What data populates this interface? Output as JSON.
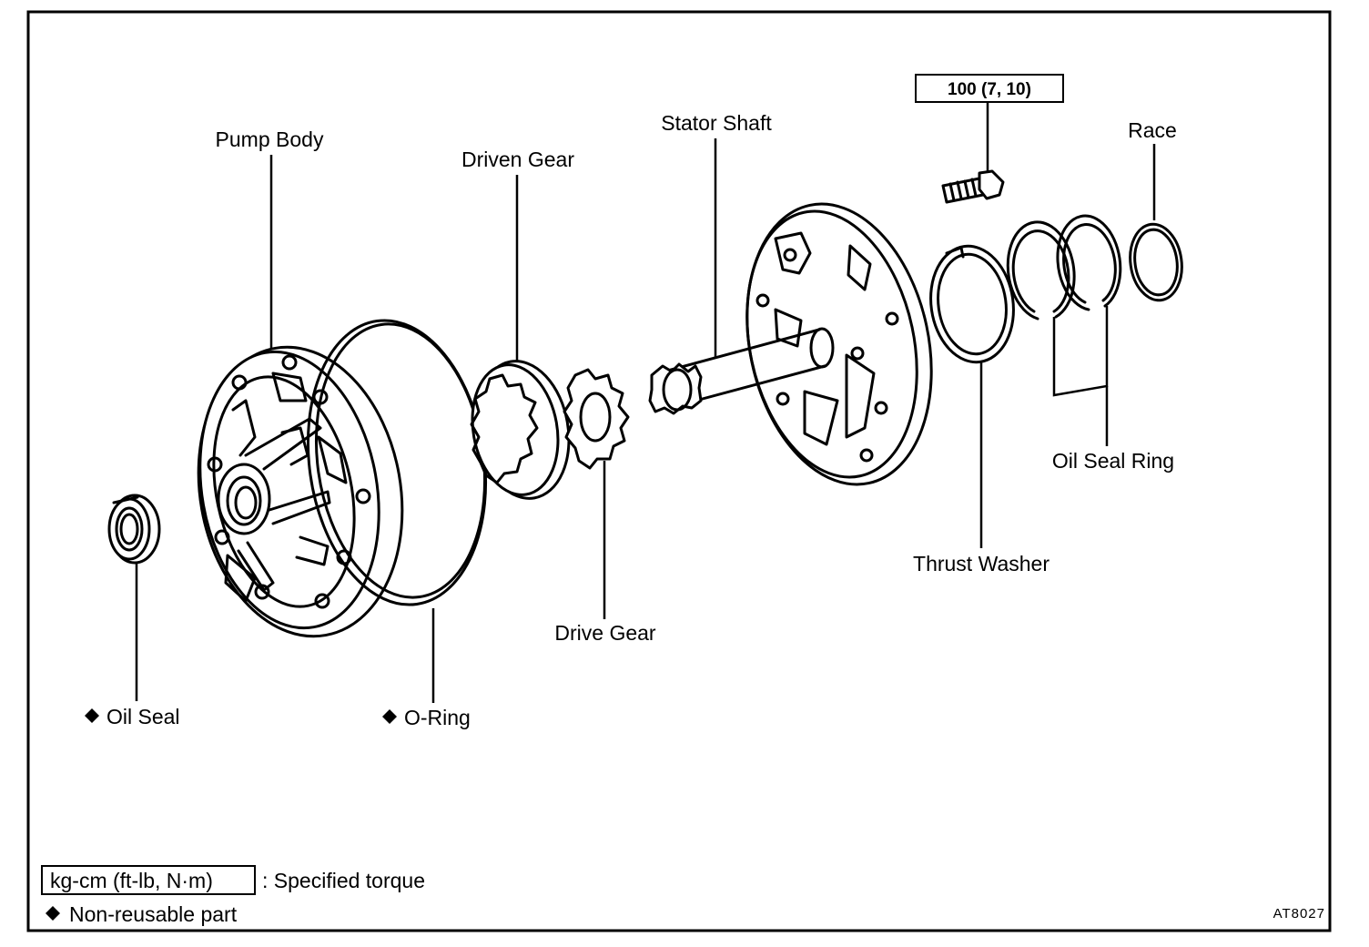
{
  "labels": {
    "pump_body": "Pump Body",
    "driven_gear": "Driven Gear",
    "stator_shaft": "Stator Shaft",
    "race": "Race",
    "oil_seal_ring": "Oil Seal Ring",
    "thrust_washer": "Thrust Washer",
    "drive_gear": "Drive Gear",
    "oil_seal": "Oil Seal",
    "o_ring": "O-Ring"
  },
  "torque_box": "100 (7, 10)",
  "legend": {
    "torque_unit": "kg-cm (ft-lb, N·m)",
    "torque_desc": ": Specified torque",
    "non_reusable": "Non-reusable part"
  },
  "figure_code": "AT8027"
}
